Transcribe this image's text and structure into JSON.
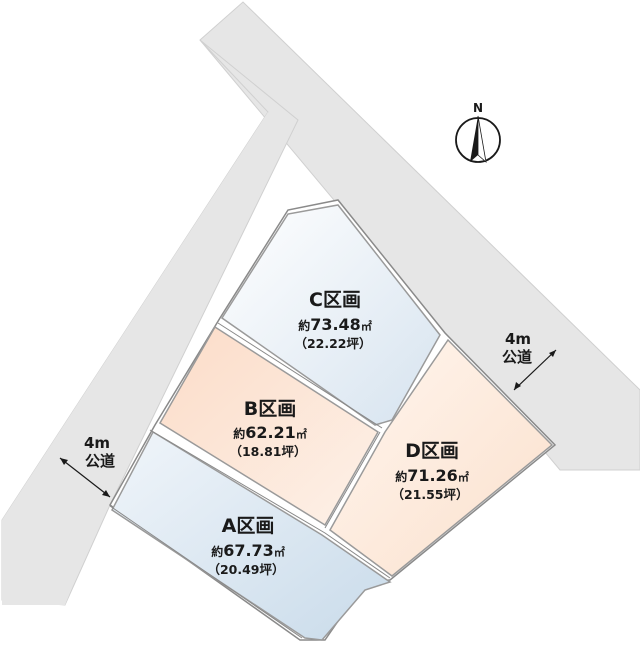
{
  "lots": [
    {
      "id": "C",
      "name": "C区画",
      "prefix": "約",
      "area": "73.48",
      "unit": "㎡",
      "tsubo": "（22.22坪）",
      "fill": "#e4edf5"
    },
    {
      "id": "B",
      "name": "B区画",
      "prefix": "約",
      "area": "62.21",
      "unit": "㎡",
      "tsubo": "（18.81坪）",
      "fill": "#fbe6d8"
    },
    {
      "id": "D",
      "name": "D区画",
      "prefix": "約",
      "area": "71.26",
      "unit": "㎡",
      "tsubo": "（21.55坪）",
      "fill": "#fbe9da"
    },
    {
      "id": "A",
      "name": "A区画",
      "prefix": "約",
      "area": "67.73",
      "unit": "㎡",
      "tsubo": "（20.49坪）",
      "fill": "#d8e6f1"
    }
  ],
  "roads": {
    "right": {
      "width": "4m",
      "type": "公道"
    },
    "left": {
      "width": "4m",
      "type": "公道"
    }
  },
  "compass": {
    "label": "N"
  },
  "colors": {
    "road": "#e6e6e6",
    "lot_border": "#9a9a9a"
  }
}
